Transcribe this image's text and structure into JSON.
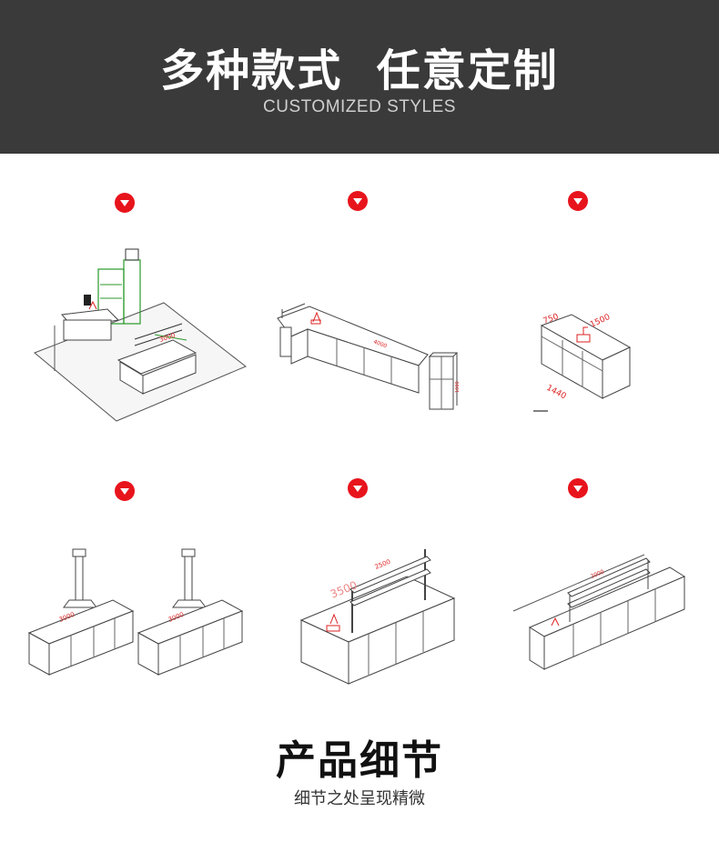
{
  "banner": {
    "title": "多种款式  任意定制",
    "subtitle": "CUSTOMIZED STYLES",
    "background": "#3a3a3a"
  },
  "accent_color": "#e8141c",
  "marker_icon": "chevron-down-icon",
  "drawings": [
    {
      "name": "lab-room-layout",
      "dims": [
        "3000"
      ]
    },
    {
      "name": "l-shaped-bench-with-cabinet",
      "dims": [
        "4000",
        "1000"
      ]
    },
    {
      "name": "corner-bench-with-sink",
      "dims": [
        "750",
        "1500",
        "1440"
      ]
    },
    {
      "name": "wall-benches-with-fume-hoods",
      "dims": [
        "3000",
        "3000"
      ]
    },
    {
      "name": "island-bench-with-reagent-shelf",
      "dims": [
        "3500",
        "2500"
      ]
    },
    {
      "name": "long-wall-bench-with-shelf",
      "dims": [
        "3000"
      ]
    }
  ],
  "details": {
    "title": "产品细节",
    "subtitle": "细节之处呈现精微"
  }
}
